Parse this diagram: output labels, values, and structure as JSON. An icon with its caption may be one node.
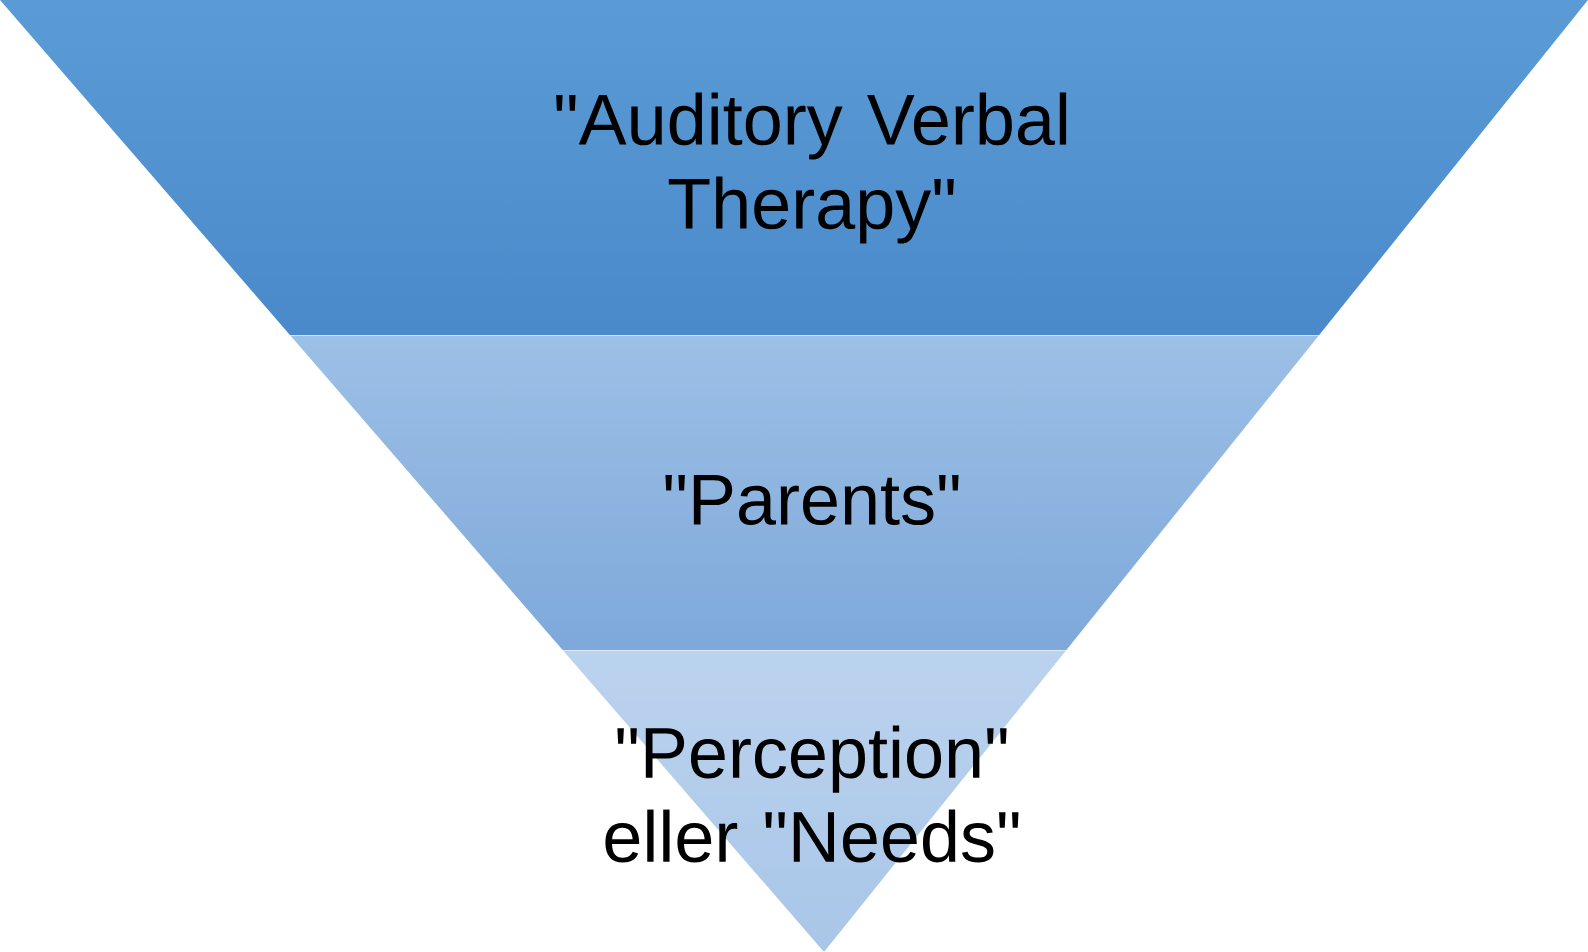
{
  "diagram": {
    "nodes": [
      {
        "text": [
          "\"Auditory Verbal Therapy\""
        ]
      },
      {
        "text": [
          "\"Parents\""
        ]
      },
      {
        "text": [
          "\"Perception\" eller \"Needs\""
        ]
      }
    ]
  }
}
